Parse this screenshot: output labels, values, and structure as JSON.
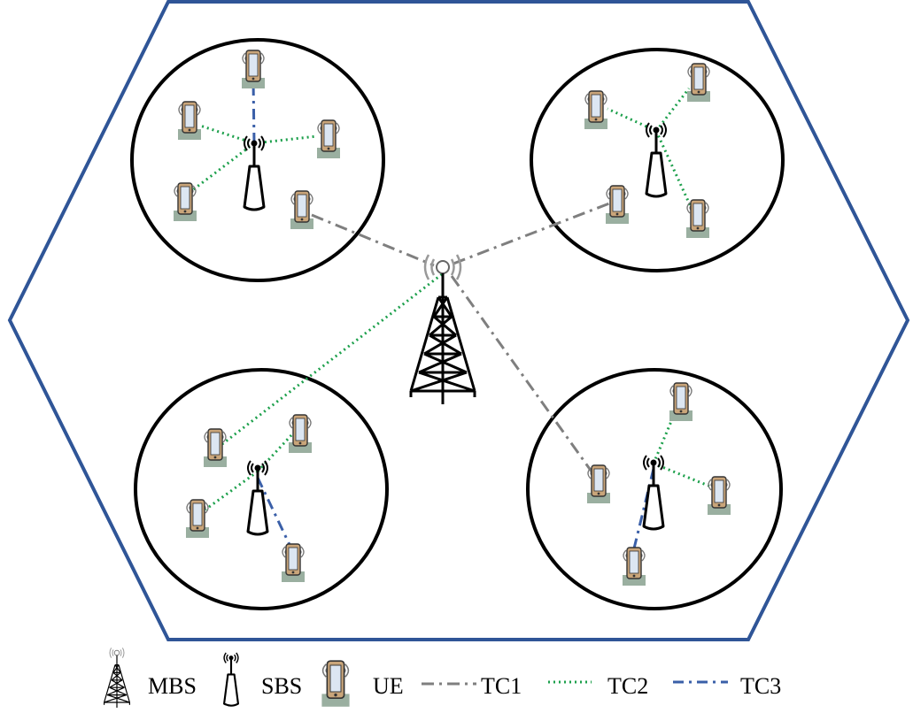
{
  "legend": {
    "mbs": "MBS",
    "sbs": "SBS",
    "ue": "UE",
    "tc1": "TC1",
    "tc2": "TC2",
    "tc3": "TC3"
  },
  "colors": {
    "hexagon": "#2F5597",
    "cell": "#000000",
    "tc1": "#7F7F7F",
    "tc2": "#1DA04C",
    "tc3": "#3A5FA8",
    "ue_body": "#B8956A",
    "ue_screen": "#DCE6F2",
    "ue_base": "#9AAFA0"
  }
}
